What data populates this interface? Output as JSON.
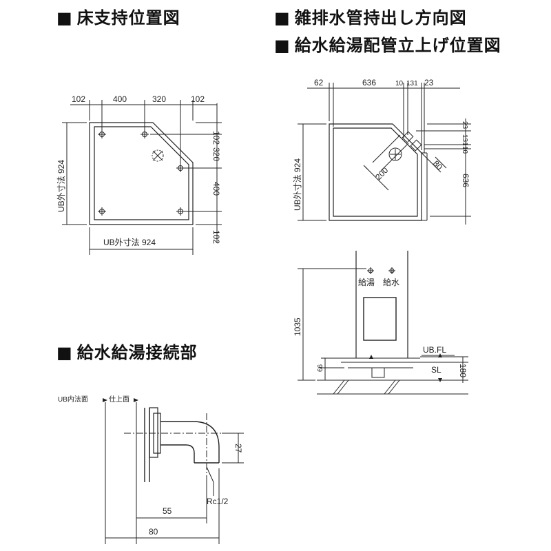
{
  "headings": {
    "floor_support": "床支持位置図",
    "drain_direction": "雑排水管持出し方向図",
    "supply_riser": "給水給湯配管立上げ位置図",
    "connection": "給水給湯接続部"
  },
  "floor_plan": {
    "top_dims": [
      "102",
      "400",
      "320",
      "102"
    ],
    "right_dims": [
      "102",
      "320",
      "400",
      "102"
    ],
    "left_label": "UB外寸法 924",
    "bottom_label": "UB外寸法 924"
  },
  "drain_plan": {
    "top_dims": [
      "62",
      "636",
      "10",
      "131",
      "23"
    ],
    "right_dims": [
      "23",
      "131",
      "10",
      "636"
    ],
    "left_label": "UB外寸法 924",
    "diag_200": "200",
    "diag_80": "80"
  },
  "elevation": {
    "hot_label": "給湯",
    "cold_label": "給水",
    "height": "1035",
    "ub_fl": "UB.FL",
    "sl": "SL",
    "dim_180": "180",
    "dim_66": "66"
  },
  "connection_detail": {
    "inner_face": "UB内法面",
    "finish_face": "仕上面",
    "dim_27": "27",
    "thread": "Rc1/2",
    "dim_55": "55",
    "dim_80": "80"
  }
}
